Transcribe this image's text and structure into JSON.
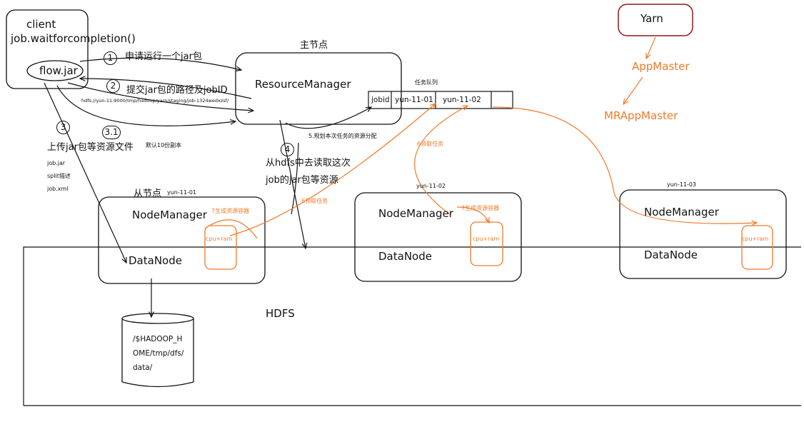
{
  "client": {
    "title": "client",
    "method": "job.waitforcompletion()",
    "jar": "flow.jar"
  },
  "master": {
    "title": "主节点",
    "name": "ResourceManager"
  },
  "queue": {
    "title": "任务队列",
    "cells": [
      "jobid",
      "yun-11-01",
      "yun-11-02",
      ""
    ]
  },
  "steps": {
    "s1": {
      "num": "1",
      "label": "申请运行一个jar包"
    },
    "s2": {
      "num": "2",
      "label": "提交jar包的路径及jobID",
      "path": "hdfs://yun-11:9000/tmp/hadoop/yarn/staging/job-1324wedxzsf/"
    },
    "s3": {
      "num": "3",
      "label": "上传jar包等资源文件",
      "note": "默认10份副本",
      "files": [
        "job.jar",
        "split描述",
        "job.xml"
      ]
    },
    "s31": {
      "num": "3.1"
    },
    "s4": {
      "num": "4",
      "line1": "从hdfs中去读取这次",
      "line2": "job的jar包等资源"
    },
    "s5": {
      "label": "5.规划本次任务的资源分配"
    },
    "s6a": {
      "label": "6领取任务"
    },
    "s6b": {
      "label": "6领取任务"
    },
    "s7a": {
      "label": "7生成资源容器"
    },
    "s7b": {
      "label": "7生成资源容器"
    }
  },
  "slave_label": "从节点",
  "nodes": [
    {
      "host": "yun-11-01",
      "nm": "NodeManager",
      "dn": "DataNode",
      "container": "cpu+ram"
    },
    {
      "host": "yun-11-02",
      "nm": "NodeManager",
      "dn": "DataNode",
      "container": "cpu+ram"
    },
    {
      "host": "yun-11-03",
      "nm": "NodeManager",
      "dn": "DataNode",
      "container": "cpu+ram"
    }
  ],
  "hdfs": {
    "label": "HDFS",
    "disk_lines": [
      "/$HADOOP_H",
      "OME/tmp/dfs/",
      "data/"
    ]
  },
  "yarn": {
    "title": "Yarn",
    "app_master": "AppMaster",
    "mr_app_master": "MRAppMaster"
  },
  "colors": {
    "ink": "#111111",
    "orange": "#f07a28",
    "yarn_border": "#8b1a1a"
  }
}
